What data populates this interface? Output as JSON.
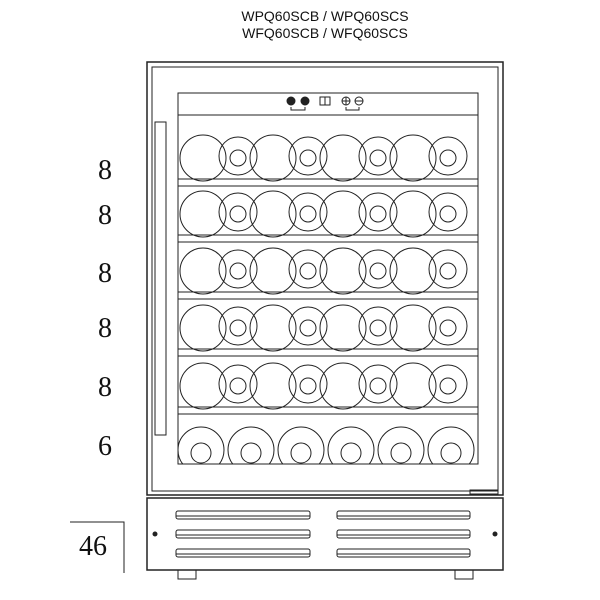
{
  "models": {
    "line1": "WPQ60SCB / WPQ60SCS",
    "line2": "WFQ60SCB / WFQ60SCS"
  },
  "shelves": [
    {
      "bottles": "8",
      "layout": "staggered",
      "count": 8
    },
    {
      "bottles": "8",
      "layout": "staggered",
      "count": 8
    },
    {
      "bottles": "8",
      "layout": "staggered",
      "count": 8
    },
    {
      "bottles": "8",
      "layout": "staggered",
      "count": 8
    },
    {
      "bottles": "8",
      "layout": "staggered",
      "count": 8
    },
    {
      "bottles": "6",
      "layout": "base",
      "count": 6
    }
  ],
  "total": "46",
  "colors": {
    "line": "#222222",
    "background": "#ffffff"
  }
}
